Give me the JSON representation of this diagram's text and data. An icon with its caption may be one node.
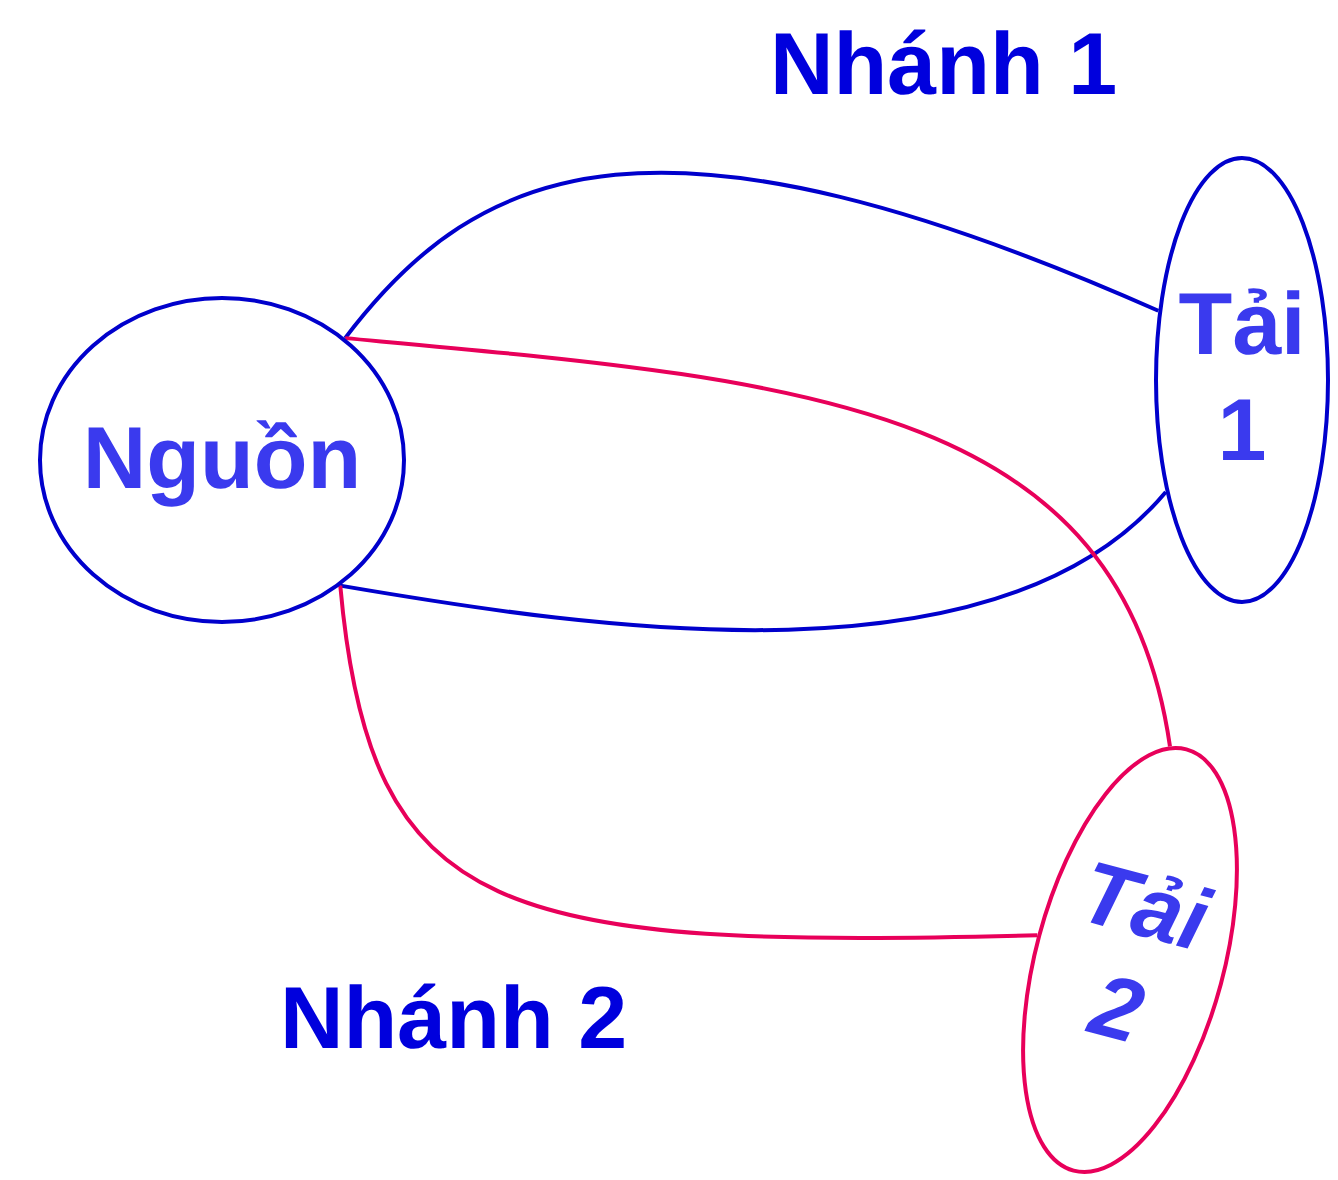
{
  "diagram": {
    "nodes": [
      {
        "text": [
          "Nguồn"
        ]
      },
      {
        "text": [
          "Tải 1"
        ]
      },
      {
        "text": [
          "Tải 2"
        ]
      }
    ],
    "edges": [
      {
        "from": 0,
        "to": 1,
        "arrow": "none",
        "color": "#0000cc"
      },
      {
        "from": 0,
        "to": 1,
        "arrow": "none",
        "color": "#0000cc"
      },
      {
        "from": 0,
        "to": 2,
        "arrow": "none",
        "color": "#e8005a"
      },
      {
        "from": 0,
        "to": 2,
        "arrow": "none",
        "color": "#e8005a"
      }
    ],
    "labels": [
      "Nhánh 1",
      "Nhánh 2"
    ]
  }
}
